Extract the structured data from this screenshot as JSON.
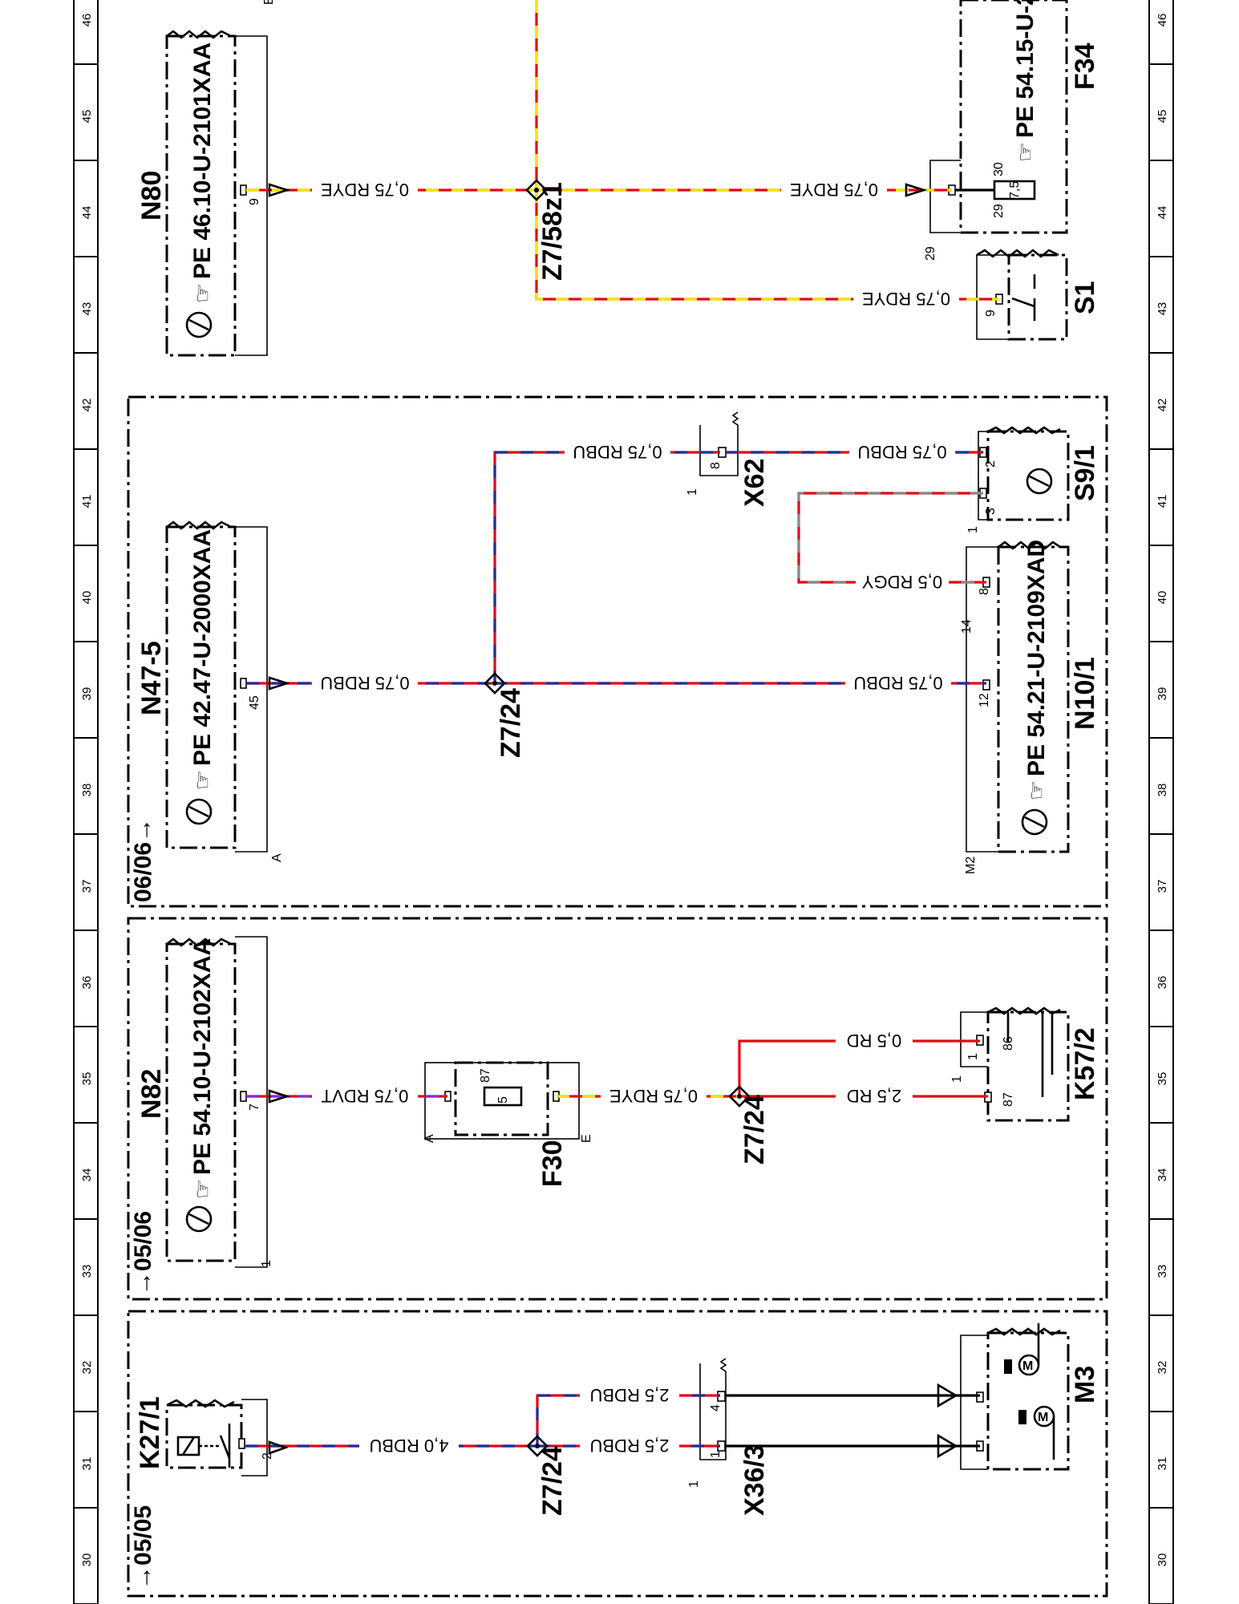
{
  "colors": {
    "red": "#e30613",
    "yellow": "#f2e600",
    "blue": "#1d2f9e",
    "gray": "#8a8a8a",
    "violet": "#8a2be2",
    "black": "#000000"
  },
  "scale_numbers": [
    "30",
    "31",
    "32",
    "33",
    "34",
    "35",
    "36",
    "37",
    "38",
    "39",
    "40",
    "41",
    "42",
    "43",
    "44",
    "45",
    "46"
  ],
  "section_markers": {
    "s0505": "05/05",
    "s0506": "05/06",
    "s0606": "06/06"
  },
  "components": {
    "k27_1": "K27/1",
    "x36_3": "X36/3",
    "m3": "M3",
    "n82": "N82",
    "n82_ref": "PE  54.10-U-2102XAA",
    "f30": "F30",
    "k57_2": "K57/2",
    "n47_5": "N47-5",
    "n47_5_ref": "PE  42.47-U-2000XAA",
    "x62": "X62",
    "s9_1": "S9/1",
    "n10_1": "N10/1",
    "n10_1_ref": "PE  54.21-U-2109XAD",
    "n80": "N80",
    "n80_ref": "PE  46.10-U-2101XAA",
    "s1": "S1",
    "f34": "F34",
    "f34_ref": "PE  54.15-U-2"
  },
  "junctions": {
    "z7_24_a": "Z7/24",
    "z7_24_b": "Z7/24",
    "z7_24_c": "Z7/24",
    "z7_58z1": "Z7/58z1"
  },
  "wires": {
    "w1": "4,0 RDBU",
    "w2": "2,5 RDBU",
    "w3": "2,5 RDBU",
    "w4": "0,75 RDVT",
    "w5": "0,75 RDYE",
    "w6": "0,5 RD",
    "w7": "2,5 RD",
    "w8": "0,75 RDBU",
    "w9": "0,75 RDBU",
    "w10": "0,75 RDBU",
    "w11": "0,75 RDBU",
    "w12": "0,5 RDGY",
    "w13": "0,75 RDYE",
    "w14": "0,75 RDYE",
    "w15": "0,75 RDYE"
  },
  "pins": {
    "k27_p2": "2",
    "x36_p1": "1",
    "x36_p4": "4",
    "x36_side": "1",
    "n82_p7": "7",
    "n82_p1": "1",
    "f30_a": "A",
    "f30_e": "E",
    "f30_87": "87",
    "f30_5": "5",
    "k57_86": "86",
    "k57_87": "87",
    "k57_p1": "1",
    "k57_side": "1",
    "n47_45": "45",
    "n47_a": "A",
    "x62_8": "8",
    "x62_side": "1",
    "s9_2": "2",
    "s9_3": "3",
    "s9_side": "1",
    "n10_8": "8",
    "n10_12": "12",
    "n10_14": "14",
    "n10_m2": "M2",
    "n80_9": "9",
    "s1_9": "9",
    "f34_30": "30",
    "f34_29": "29",
    "f34_75": "7,5",
    "f34_29b": "29",
    "top_e": "E"
  }
}
